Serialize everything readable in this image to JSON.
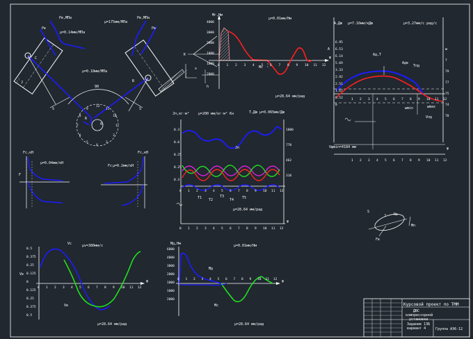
{
  "engine": {
    "labels": {
      "pv_left": "Pв,МПа",
      "pv_right": "Pв,МПа",
      "scale_left": "μ=0.14мм/МПа",
      "scale_top": "μ=175мм/МПа",
      "scale_center": "μ=0.18мм/МПа",
      "arc_label": "90",
      "j_label": "J",
      "s_left": "S",
      "s_right": "S",
      "c_label": "C",
      "r_label": "R",
      "b_label": "В",
      "d_label": "δ",
      "p_left": "Pв",
      "p_right": "Pв"
    },
    "crank_numbers": [
      "12",
      "11",
      "10",
      "1",
      "2",
      "3",
      "4",
      "5",
      "6",
      "7",
      "8",
      "9"
    ]
  },
  "small_left": {
    "title": "Fс,кН",
    "scale": "μ=0.04мм/кН",
    "axis": "F"
  },
  "small_right": {
    "title": "Fс,кН",
    "scale": "μ=0.2мм/кН",
    "axis": "Fс"
  },
  "moment_chart": {
    "ylabel": "Mг,Нм",
    "scale": "μ=0.01мм/Нм",
    "phi_scale": "μ=28.64 мм/рад",
    "ticks_y": [
      "4000",
      "3000",
      "2000",
      "1000",
      "1000",
      "2000"
    ],
    "ticks_x": [
      "0",
      "1",
      "2",
      "3",
      "4",
      "5",
      "6",
      "7",
      "8",
      "9",
      "10",
      "11",
      "12"
    ],
    "labels": {
      "k": "K",
      "fi": "φ",
      "x": "x",
      "h": "h",
      "mc": "Mс"
    }
  },
  "energy_chart": {
    "title": "A,Дж",
    "scale": "μ=7.16мм/кДж",
    "omega_scale": "μ=3.27мм/с рад/с",
    "ticks_y": [
      "6.95",
      "6.53",
      "6.14",
      "5.69",
      "3.33",
      "2.92",
      "2.51",
      "1.67",
      "0.52",
      "0"
    ],
    "ticks_right": [
      "7",
      "79",
      "77",
      "75",
      "74",
      "70"
    ],
    "ticks_x": [
      "1",
      "2",
      "3",
      "4",
      "5",
      "6",
      "7",
      "8",
      "9",
      "10",
      "11",
      "12"
    ],
    "labels": {
      "a": "A",
      "adt": "Aд,Т",
      "adn": "Aдв",
      "tn": "Tпд",
      "w": "ω",
      "v": "Vпд",
      "vmin": "Vφmin=4184 мм",
      "omin": "ωmin",
      "omax": "ωmax",
      "phi": "φ"
    }
  },
  "mass_chart": {
    "title": "Jп,кг·м²",
    "scale": "μ=200 мм/кг·м² Кн",
    "t_scale": "T,Дж μ=0.065мм/Дж",
    "phi_scale": "μ=28.64 мм/рад",
    "ticks_y": [
      "0.3",
      "0.6",
      "0.25",
      "0.25",
      "0.3"
    ],
    "ticks_right": [
      "1000",
      "770",
      "462",
      "310"
    ],
    "ticks_x": [
      "0",
      "1",
      "2",
      "3",
      "4",
      "5",
      "6",
      "7",
      "8",
      "9",
      "10",
      "11",
      "12"
    ],
    "labels": {
      "jp": "Jп",
      "t1": "T1",
      "t2": "T2",
      "t3": "T3",
      "t4": "T4",
      "t5": "T5",
      "phi": "φ"
    }
  },
  "velocity_chart": {
    "scale": "μv=380мм/с",
    "phi_scale": "μ=28.64 мм/рад",
    "ylabel": "Vв",
    "ticks_y": [
      "0.5",
      "0.375",
      "0.25",
      "0.125",
      "0",
      "0.125",
      "0.25",
      "0.375",
      "0.5"
    ],
    "ticks_x": [
      "0",
      "1",
      "2",
      "3",
      "4",
      "5",
      "6",
      "7",
      "8",
      "9",
      "10",
      "11",
      "12"
    ],
    "labels": {
      "vc": "Vс",
      "vb": "Vв",
      "phi": "φ"
    }
  },
  "torque_chart": {
    "ylabel": "Mд,Нм",
    "scale": "μ=0.01мм/Нм",
    "phi_scale": "μ=28.64 мм/рад",
    "ticks_y": [
      "6000",
      "4000",
      "3000",
      "2000",
      "1000",
      "1000",
      "2000"
    ],
    "ticks_x": [
      "0",
      "1",
      "2",
      "3",
      "4",
      "5",
      "6",
      "7",
      "8",
      "9",
      "10",
      "11",
      "12"
    ],
    "labels": {
      "m1": "Mд",
      "m2": "Mс",
      "phi": "φ"
    }
  },
  "sketch": {
    "labels": {
      "s": "S",
      "j": "J",
      "rv": "Rв",
      "m": "Mп",
      "f": "Fв"
    }
  },
  "title_block": {
    "title": "Курсовой проект по ТММ",
    "subject_line1": "ДВС",
    "subject_line2": "компрессорной",
    "subject_line3": "установки",
    "sheet_line1": "Задание 13Б",
    "sheet_line2": "вариант 4",
    "org": "Группа АЭ6-12"
  },
  "colors": {
    "background": "#212830",
    "blue": "#1c1cff",
    "red": "#ff2020",
    "green": "#20e020",
    "magenta": "#e020e0",
    "pink": "#ff9090",
    "line": "#ffffff"
  }
}
